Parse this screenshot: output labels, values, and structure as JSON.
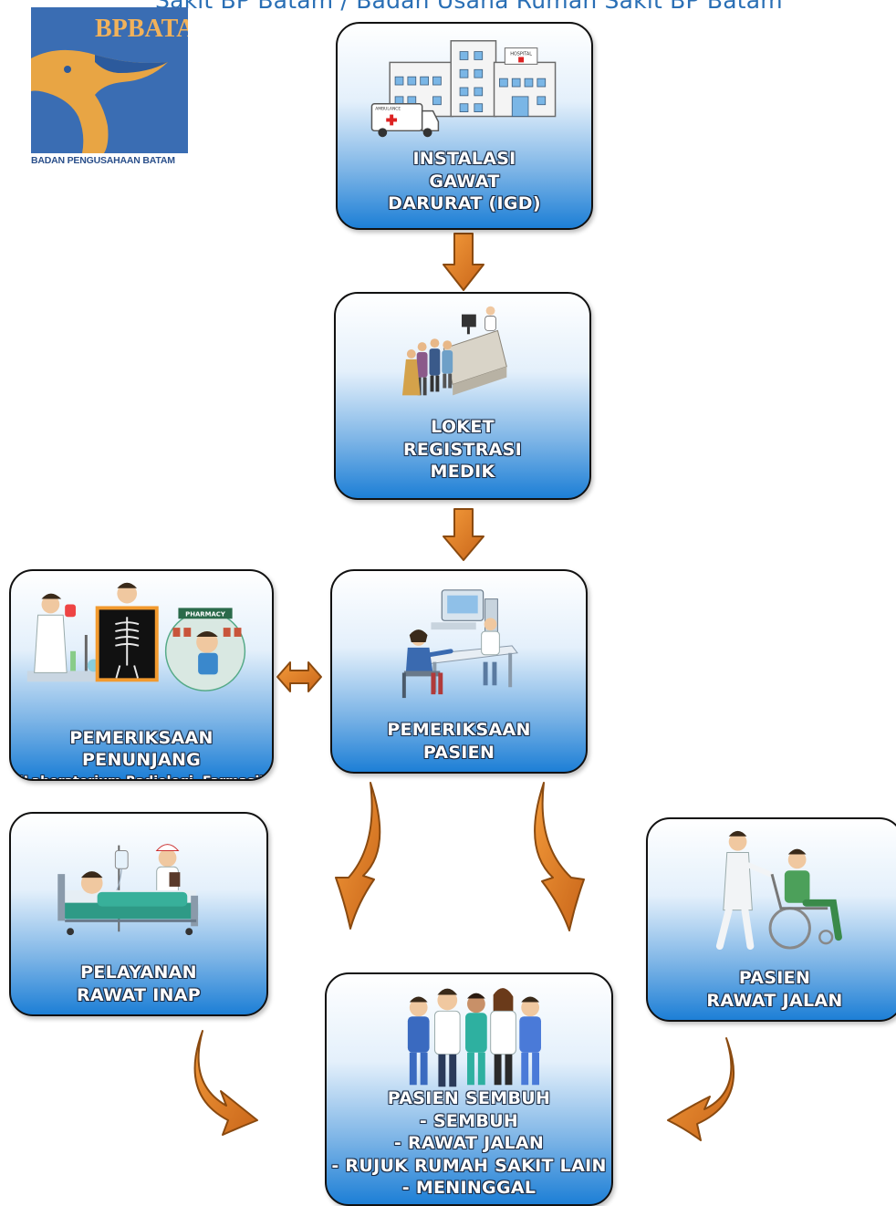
{
  "header": {
    "title": "Sakit BP Batam / Badan Usaha Rumah Sakit BP Batam"
  },
  "logo": {
    "wordmark": "BPBATAM",
    "caption": "BADAN PENGUSAHAAN BATAM"
  },
  "nodes": {
    "igd": {
      "label": "INSTALASI\nGAWAT\nDARURAT (IGD)",
      "hospital_sign": "HOSPITAL",
      "ambulance_sign": "AMBULANCE"
    },
    "loket": {
      "label": "LOKET\nREGISTRASI\nMEDIK"
    },
    "penunjang": {
      "label": "PEMERIKSAAN\nPENUNJANG",
      "sub_label": "(Laboratorium,Radiologi, Farmasi)",
      "pharmacy_sign": "PHARMACY"
    },
    "pasien": {
      "label": "PEMERIKSAAN\nPASIEN"
    },
    "inap": {
      "label": "PELAYANAN\nRAWAT INAP"
    },
    "jalan": {
      "label": "PASIEN\nRAWAT JALAN"
    },
    "sembuh": {
      "label": "PASIEN SEMBUH\n- SEMBUH\n- RAWAT JALAN\n- RUJUK RUMAH SAKIT LAIN\n- MENINGGAL"
    }
  },
  "colors": {
    "box_top": "#ffffff",
    "box_bottom": "#1d7fd6",
    "arrow_fill": "#e07a1f",
    "arrow_stroke": "#8a4a10",
    "logo_blue": "#3a6db3",
    "logo_orange": "#e8a544",
    "header_text": "#2a6fb5"
  }
}
